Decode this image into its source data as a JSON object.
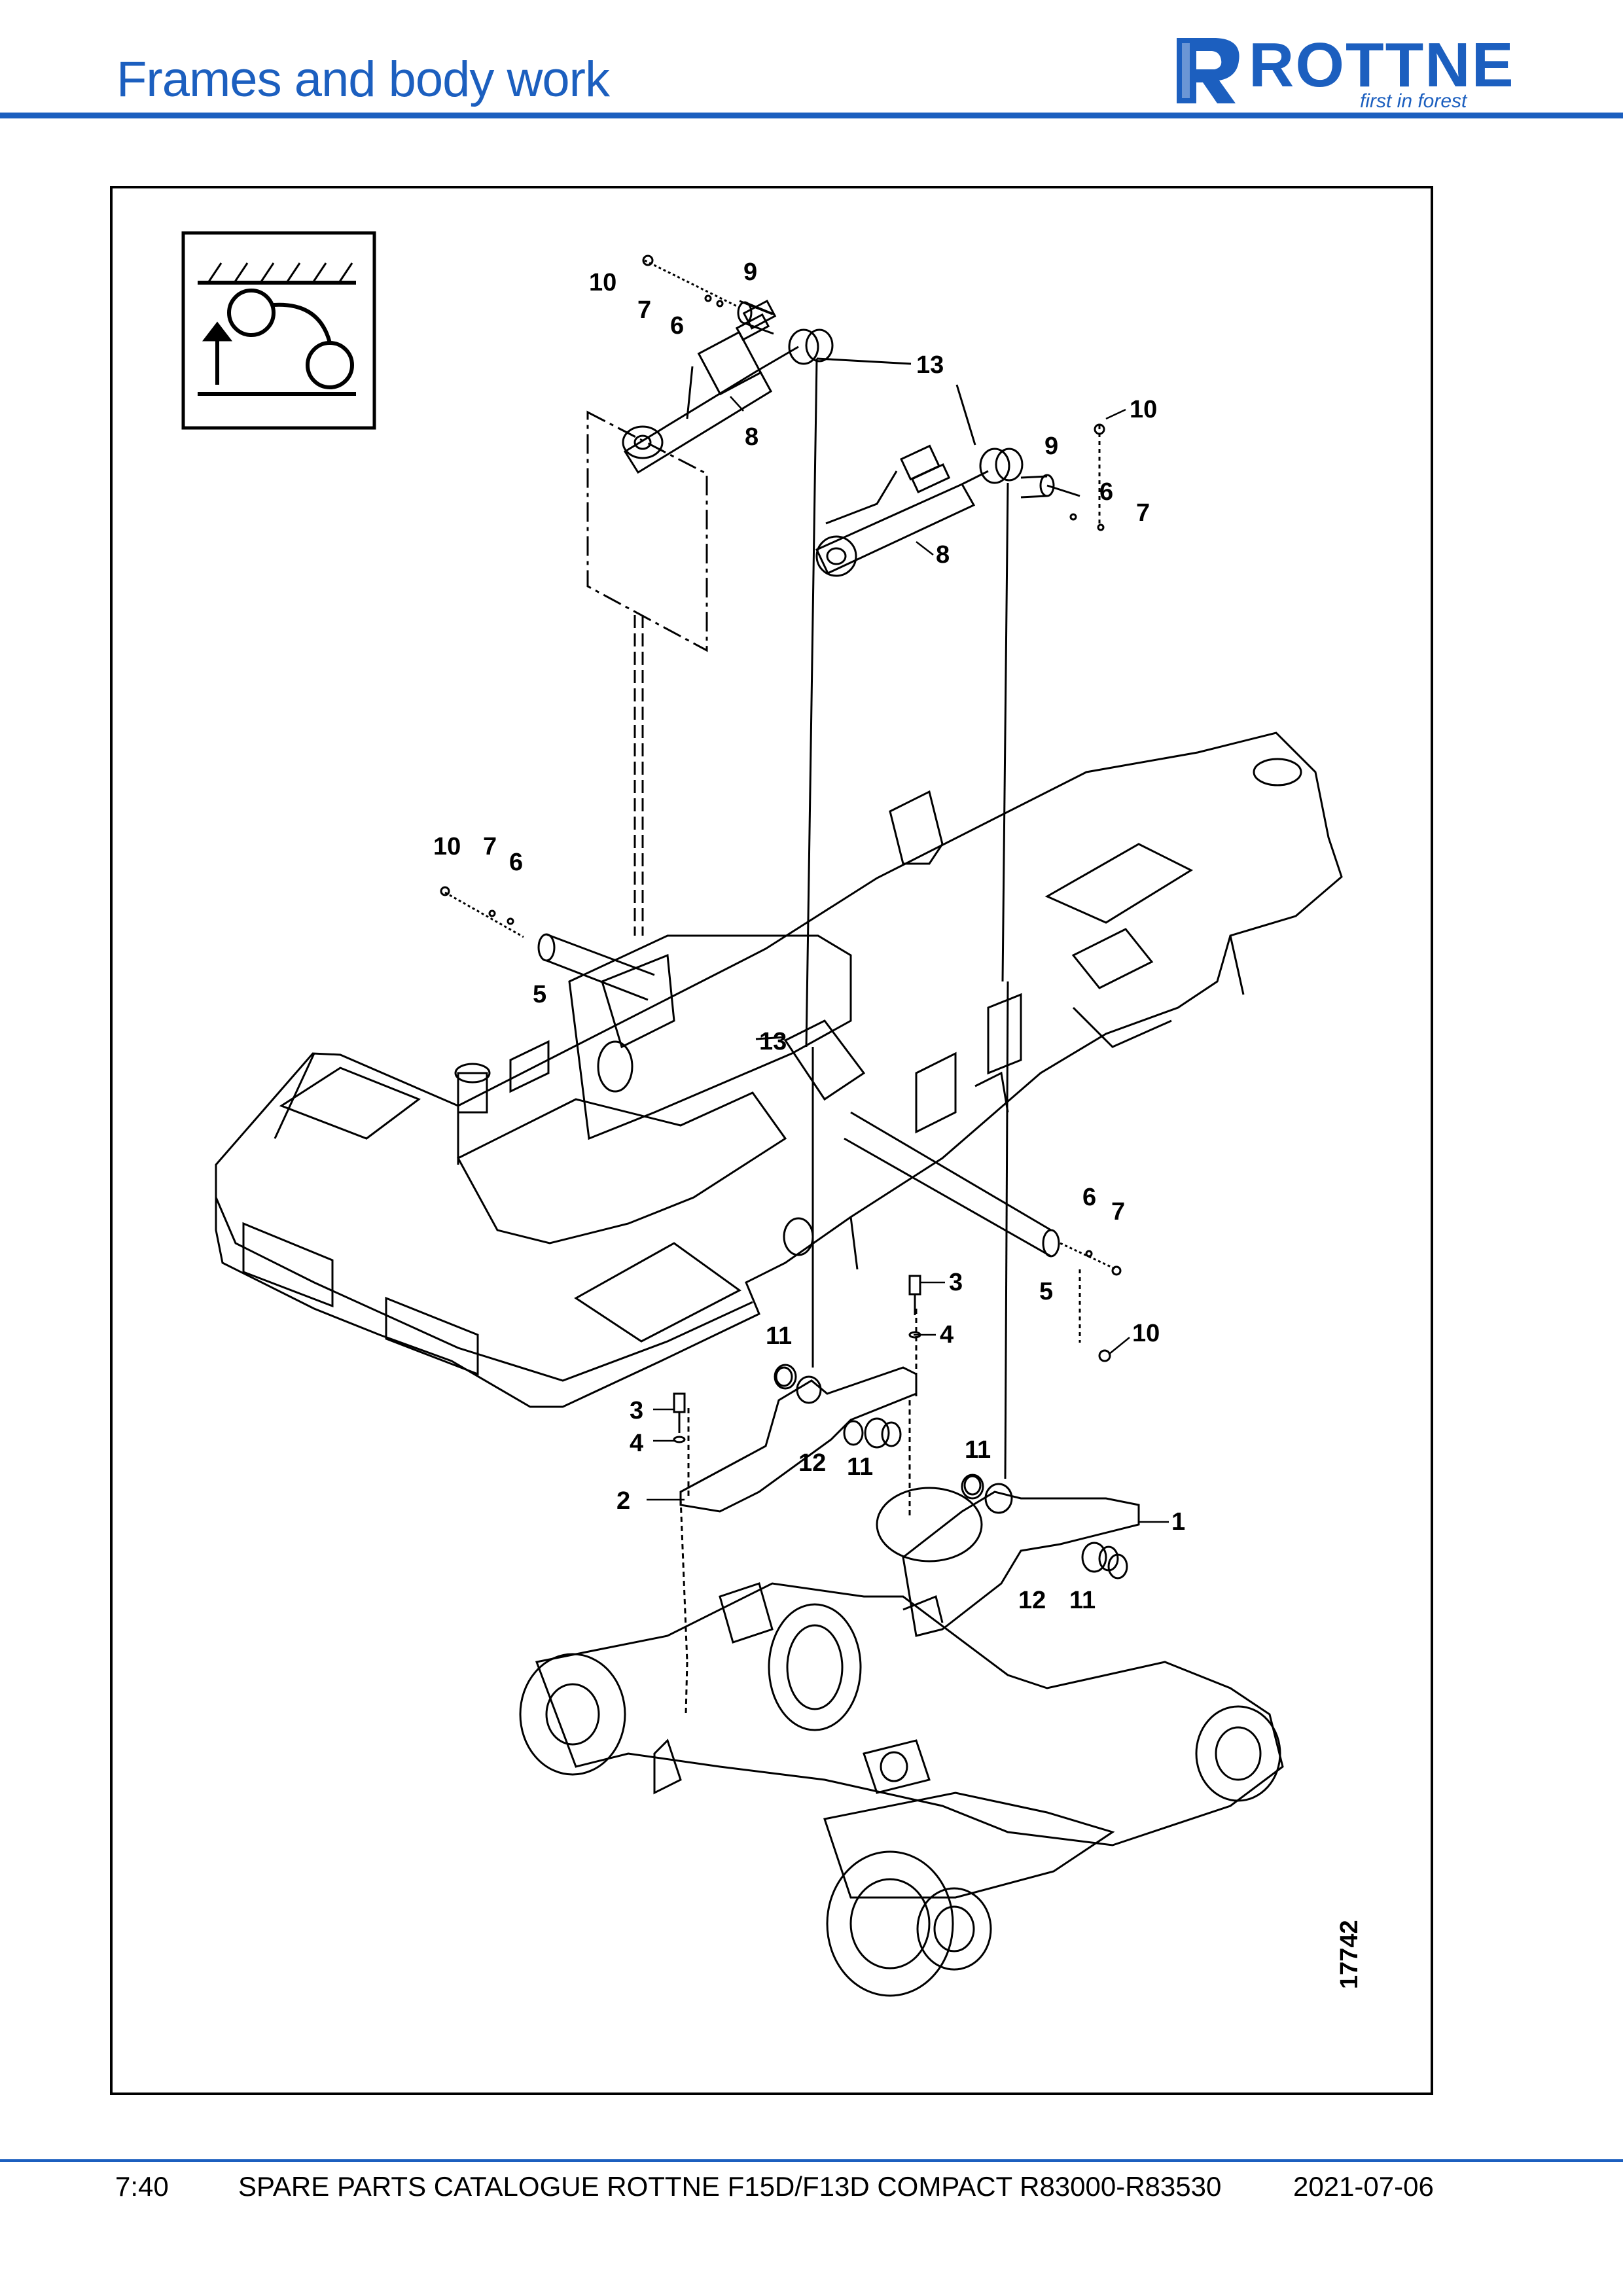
{
  "header": {
    "title": "Frames and body work"
  },
  "brand": {
    "name": "ROTTNE",
    "tagline": "first in forest",
    "color": "#1c5fbf"
  },
  "drawing": {
    "figure_number": "17742",
    "callouts": {
      "c1": "1",
      "c2": "2",
      "c3a": "3",
      "c3b": "3",
      "c4a": "4",
      "c4b": "4",
      "c5a": "5",
      "c5b": "5",
      "c6a": "6",
      "c6b": "6",
      "c6c": "6",
      "c6d": "6",
      "c7a": "7",
      "c7b": "7",
      "c7c": "7",
      "c7d": "7",
      "c8a": "8",
      "c8b": "8",
      "c9a": "9",
      "c9b": "9",
      "c10a": "10",
      "c10b": "10",
      "c10c": "10",
      "c10d": "10",
      "c11a": "11",
      "c11b": "11",
      "c11c": "11",
      "c11d": "11",
      "c12a": "12",
      "c12b": "12",
      "c13a": "13",
      "c13b": "13"
    }
  },
  "footer": {
    "page": "7:40",
    "catalogue": "SPARE PARTS CATALOGUE ROTTNE F15D/F13D COMPACT R83000-R83530",
    "date": "2021-07-06"
  }
}
